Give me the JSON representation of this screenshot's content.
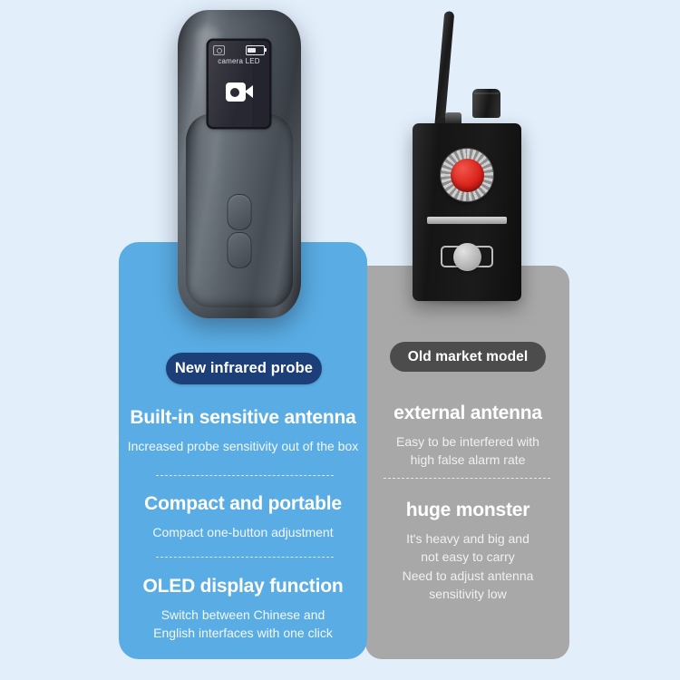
{
  "background_color": "#e2effb",
  "comparison": {
    "new": {
      "badge": "New infrared probe",
      "badge_color": "#1d3f79",
      "panel_color": "#5aade4",
      "features": [
        {
          "title": "Built-in sensitive antenna",
          "description": "Increased probe sensitivity out of the box"
        },
        {
          "title": "Compact and portable",
          "description": "Compact one-button adjustment"
        },
        {
          "title": "OLED display function",
          "description": "Switch between Chinese and\nEnglish interfaces with one click"
        }
      ]
    },
    "old": {
      "badge": "Old market model",
      "badge_color": "#4c4c4c",
      "panel_color": "#a8a8a8",
      "features": [
        {
          "title": "external antenna",
          "description": "Easy to be interfered with\nhigh false alarm rate"
        },
        {
          "title": "huge monster",
          "description": "It's heavy and big and\nnot easy to carry\nNeed to adjust antenna\nsensitivity low"
        }
      ]
    }
  },
  "device_new": {
    "name": "infrared-probe-detector",
    "body_color": "#4a5059",
    "screen": {
      "background": "#24242e",
      "status_left_icon": "camera-icon",
      "status_right_icon": "battery-icon",
      "label": "camera LED",
      "main_icon": "video-camera-icon"
    },
    "buttons": [
      "upper-pill-button",
      "lower-pill-button"
    ]
  },
  "device_old": {
    "name": "old-rf-signal-detector",
    "body_color": "#161616",
    "parts": {
      "antenna": "external-antenna",
      "knob": "tuning-knob",
      "switch": "power-switch",
      "indicator": "red-led-indicator",
      "bar": "silver-strip",
      "dial": "sensitivity-dial"
    }
  }
}
